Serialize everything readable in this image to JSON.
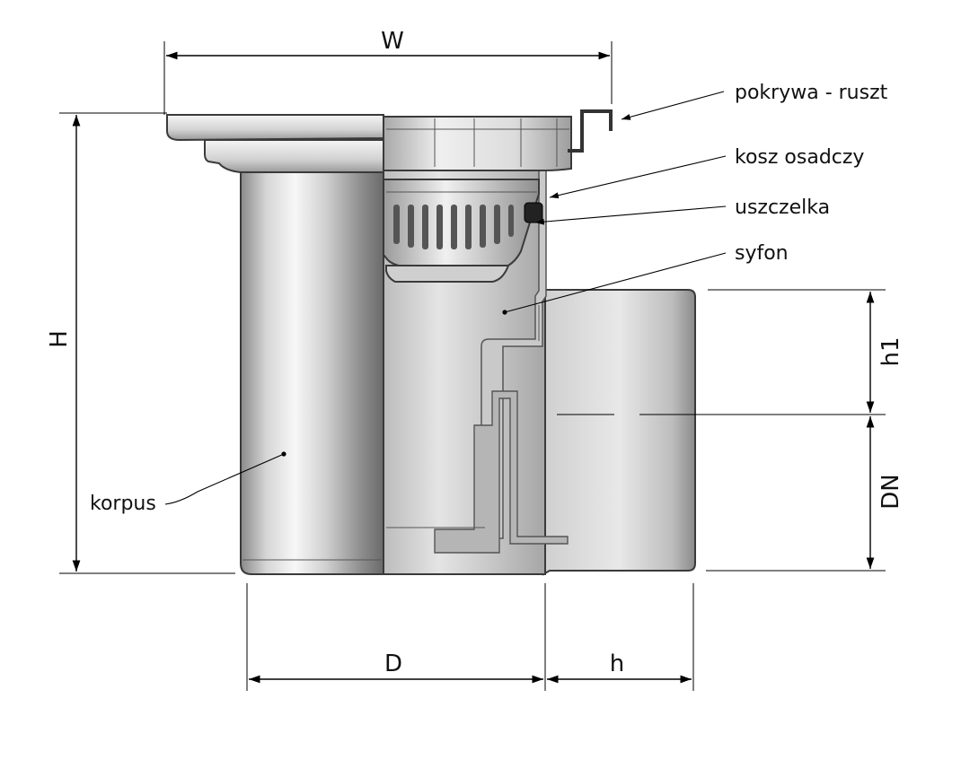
{
  "dimensions": {
    "W": "W",
    "H": "H",
    "h1": "h1",
    "DN": "DN",
    "D": "D",
    "h": "h"
  },
  "callouts": {
    "pokrywa_ruszt": "pokrywa - ruszt",
    "kosz_osadczy": "kosz osadczy",
    "uszczelka": "uszczelka",
    "syfon": "syfon",
    "korpus": "korpus"
  },
  "colors": {
    "metal_light": "#f2f2f2",
    "metal_mid": "#bdbdbd",
    "metal_dark": "#6e6e6e",
    "outline": "#3a3a3a",
    "gasket": "#222222"
  }
}
